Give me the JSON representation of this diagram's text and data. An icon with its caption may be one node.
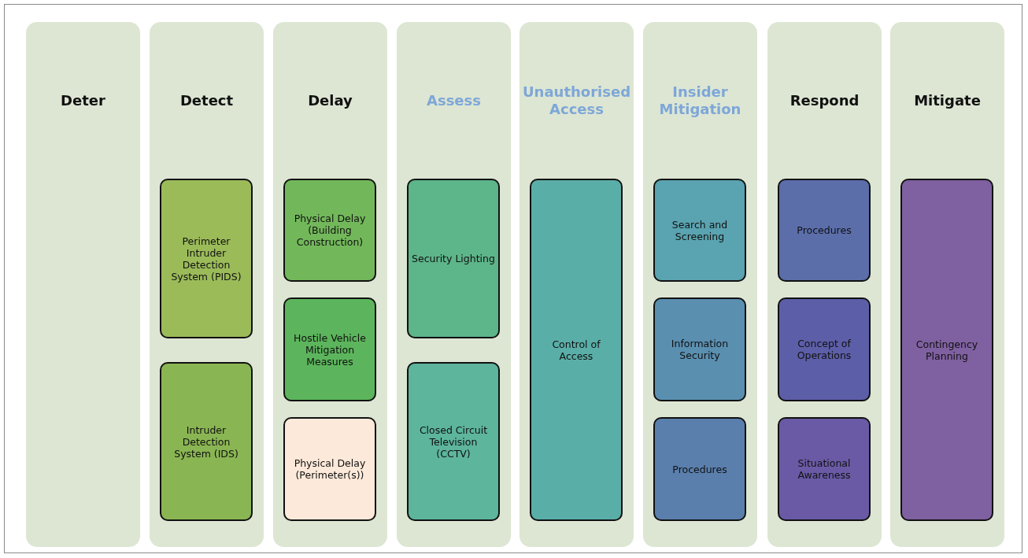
{
  "diagram": {
    "nodes": [
      {
        "text": [
          "Deter"
        ]
      },
      {
        "text": [
          "Detect"
        ]
      },
      {
        "text": [
          "Perimeter Intruder Detection System (PIDS)"
        ],
        "in": 1
      },
      {
        "text": [
          "Intruder Detection System (IDS)"
        ],
        "in": 1
      },
      {
        "text": [
          "Delay"
        ]
      },
      {
        "text": [
          "Physical Delay (Building Construction)"
        ],
        "in": 4
      },
      {
        "text": [
          "Hostile Vehicle Mitigation Measures"
        ],
        "in": 4
      },
      {
        "text": [
          "Physical Delay (Perimeter(s))"
        ],
        "in": 4
      },
      {
        "text": [
          "Assess"
        ]
      },
      {
        "text": [
          "Security Lighting"
        ],
        "in": 8
      },
      {
        "text": [
          "Closed Circuit Television (CCTV)"
        ],
        "in": 8
      },
      {
        "text": [
          "Unauthorised Access"
        ]
      },
      {
        "text": [
          "Control of Access"
        ],
        "in": 11
      },
      {
        "text": [
          "Insider Mitigation"
        ]
      },
      {
        "text": [
          "Search and Screening"
        ],
        "in": 13
      },
      {
        "text": [
          "Information Security"
        ],
        "in": 13
      },
      {
        "text": [
          "Procedures"
        ],
        "in": 13
      },
      {
        "text": [
          "Respond"
        ]
      },
      {
        "text": [
          "Procedures"
        ],
        "in": 17
      },
      {
        "text": [
          "Concept of Operations"
        ],
        "in": 17
      },
      {
        "text": [
          "Situational Awareness"
        ],
        "in": 17
      },
      {
        "text": [
          "Mitigate"
        ]
      },
      {
        "text": [
          "Contingency Planning"
        ],
        "in": 21
      }
    ]
  }
}
